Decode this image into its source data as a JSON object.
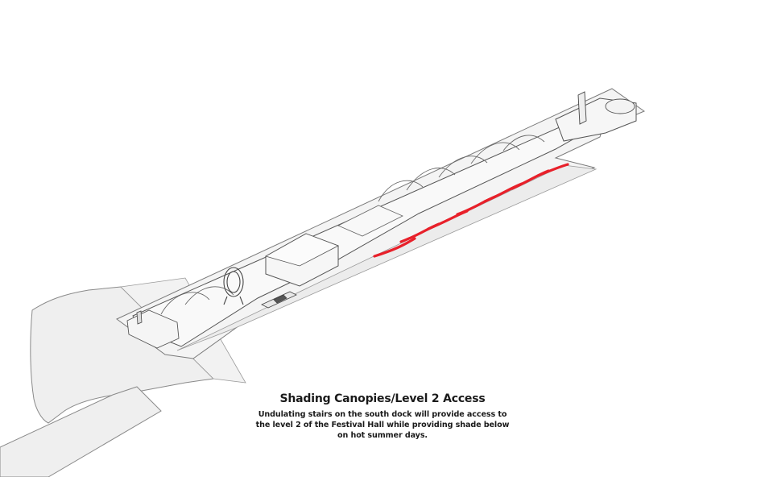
{
  "caption": {
    "title": "Shading Canopies/Level 2 Access",
    "lines": [
      "Undulating stairs on the south dock will provide access to",
      "the level 2 of the Festival Hall while providing shade below",
      "on hot summer days."
    ]
  },
  "colors": {
    "ground": "#efefef",
    "ground_stroke": "#8a8a8a",
    "building_light": "#f7f7f7",
    "building_stroke": "#555555",
    "highlight_stairs": "#e8202a"
  },
  "icons": {
    "ferris_wheel": "ferris-wheel-icon",
    "stairs": "undulating-stairs-highlight"
  }
}
